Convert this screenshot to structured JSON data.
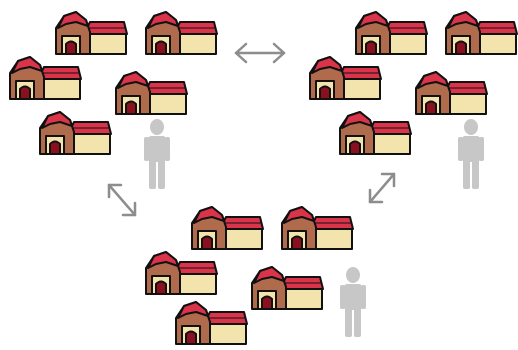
{
  "diagram": {
    "groups": [
      {
        "name": "group-top-left",
        "barn_count": 5,
        "has_person": true
      },
      {
        "name": "group-top-right",
        "barn_count": 5,
        "has_person": true
      },
      {
        "name": "group-bottom",
        "barn_count": 5,
        "has_person": true
      }
    ],
    "connections": [
      {
        "from": "group-top-left",
        "to": "group-top-right",
        "style": "double-arrow"
      },
      {
        "from": "group-top-left",
        "to": "group-bottom",
        "style": "double-arrow"
      },
      {
        "from": "group-top-right",
        "to": "group-bottom",
        "style": "double-arrow"
      }
    ],
    "icons": {
      "building": "barn-icon",
      "agent": "person-icon",
      "link": "double-arrow-icon"
    },
    "colors": {
      "roof": "#d9344a",
      "wall": "#f3e3ad",
      "silo": "#b06a4c",
      "door": "#8a1020",
      "outline": "#111111",
      "person": "#c7c7c7",
      "arrow": "#8d8d8d"
    }
  }
}
